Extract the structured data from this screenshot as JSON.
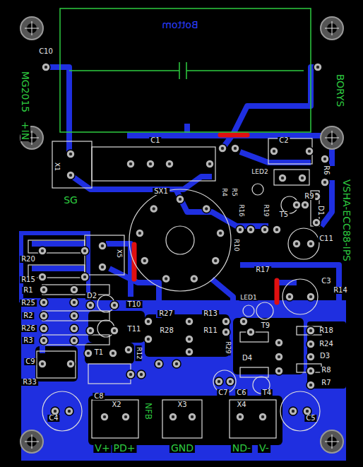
{
  "diagram": {
    "labels": [
      "Bottom",
      "C10",
      "MG2015",
      "+IN",
      "BORYS",
      "VSHA-ECC88-IPS",
      "SG",
      "X1",
      "C1",
      "C2",
      "R6",
      "LED2",
      "R4",
      "R5",
      "R16",
      "R19",
      "R9",
      "T5",
      "D1",
      "SX1",
      "C11",
      "R10",
      "R17",
      "R20",
      "R15",
      "X5",
      "R1",
      "R25",
      "R2",
      "R26",
      "R3",
      "D2",
      "T10",
      "T11",
      "C3",
      "R14",
      "LED1",
      "R27",
      "R13",
      "R28",
      "R11",
      "T9",
      "R18",
      "R24",
      "D3",
      "R8",
      "R7",
      "C9",
      "T1",
      "R12",
      "R29",
      "D4",
      "R33",
      "C8",
      "X2",
      "NFB",
      "X3",
      "X4",
      "C6",
      "T4",
      "C7",
      "C4",
      "C5",
      "V+",
      "PD+",
      "GND",
      "ND-",
      "V-"
    ]
  }
}
